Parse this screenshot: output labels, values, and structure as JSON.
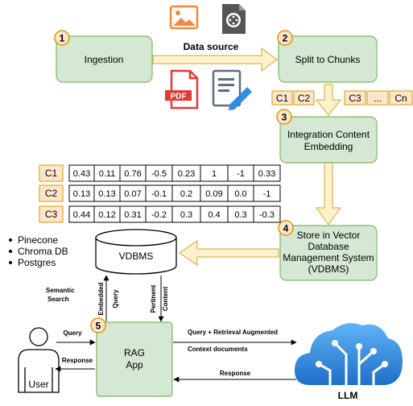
{
  "steps": {
    "ingestion": {
      "num": "1",
      "label": "Ingestion"
    },
    "split": {
      "num": "2",
      "label": "Split to Chunks"
    },
    "embed": {
      "num": "3",
      "line1": "Integration Content",
      "line2": "Embedding"
    },
    "store": {
      "num": "4",
      "line1": "Store in Vector",
      "line2": "Database",
      "line3": "Management System",
      "line4": "(VDBMS)"
    },
    "rag": {
      "num": "5",
      "line1": "RAG",
      "line2": "App"
    }
  },
  "data_source_label": "Data source",
  "chunks_top": [
    "C1",
    "C2",
    "C3",
    "...",
    "Cn"
  ],
  "vectors": [
    {
      "label": "C1",
      "values": [
        "0.43",
        "0.11",
        "0.76",
        "-0.5",
        "0.23",
        "1",
        "-1",
        "0.33"
      ]
    },
    {
      "label": "C2",
      "values": [
        "0.13",
        "0.13",
        "0.07",
        "-0.1",
        "0.2",
        "0.09",
        "0.0",
        "-1"
      ]
    },
    {
      "label": "C3",
      "values": [
        "0.44",
        "0.12",
        "0.31",
        "-0.2",
        "0.3",
        "0.4",
        "0.3",
        "-0.3"
      ]
    }
  ],
  "vector_dbs": [
    "Pinecone",
    "Chroma DB",
    "Postgres"
  ],
  "vdbms_label": "VDBMS",
  "semantic_search": {
    "line1": "Semantic",
    "line2": "Search"
  },
  "edges": {
    "embedded": "Embedded",
    "query_up": "Query",
    "pertinent": "Pertinent",
    "content": "Content",
    "user_query": "Query",
    "user_response": "Response",
    "llm_query_line1": "Query + Retrieval Augmented",
    "llm_query_line2": "Context documents",
    "llm_response": "Response"
  },
  "user_label": "User",
  "llm_label": "LLM",
  "colors": {
    "step_fill": "#d5e8d4",
    "step_stroke": "#82b366",
    "badge_fill": "#ffe6cc",
    "badge_stroke": "#d79b00",
    "flow_arrow_fill": "#fff2cc",
    "flow_arrow_stroke": "#d6b656",
    "chunk_fill": "#ffe6cc",
    "chunk_stroke": "#d79b00",
    "llm_blue": "#2f8ee0"
  }
}
